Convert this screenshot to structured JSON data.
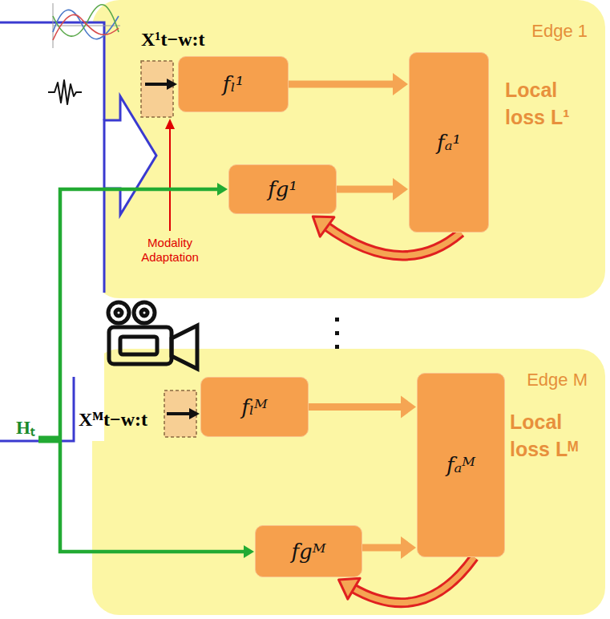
{
  "diagram": {
    "nodes": [
      {
        "text": [
          "Edge 1"
        ]
      },
      {
        "text": [
          "fₗ¹"
        ],
        "in": 0
      },
      {
        "text": [
          "fg¹"
        ],
        "in": 0
      },
      {
        "text": [
          "fₐ¹"
        ],
        "in": 0
      },
      {
        "text": [
          "Edge M"
        ]
      },
      {
        "text": [
          "fₗᴹ"
        ],
        "in": 4
      },
      {
        "text": [
          "fgᴹ"
        ],
        "in": 4
      },
      {
        "text": [
          "fₐᴹ"
        ],
        "in": 4
      }
    ],
    "edges": [
      {
        "from": 1,
        "to": 3,
        "arrow": "to"
      },
      {
        "from": 2,
        "to": 3,
        "arrow": "to"
      },
      {
        "from": 3,
        "to": 2,
        "arrow": "to"
      },
      {
        "from": 5,
        "to": 7,
        "arrow": "to"
      },
      {
        "from": 6,
        "to": 7,
        "arrow": "to"
      },
      {
        "from": 7,
        "to": 6,
        "arrow": "to"
      }
    ],
    "labels": [
      "X¹t−w:t",
      "Modality Adaptation",
      "Local loss L¹",
      "Hₜ",
      "Xᴹt−w:t",
      "Local loss Lᴹ"
    ]
  }
}
